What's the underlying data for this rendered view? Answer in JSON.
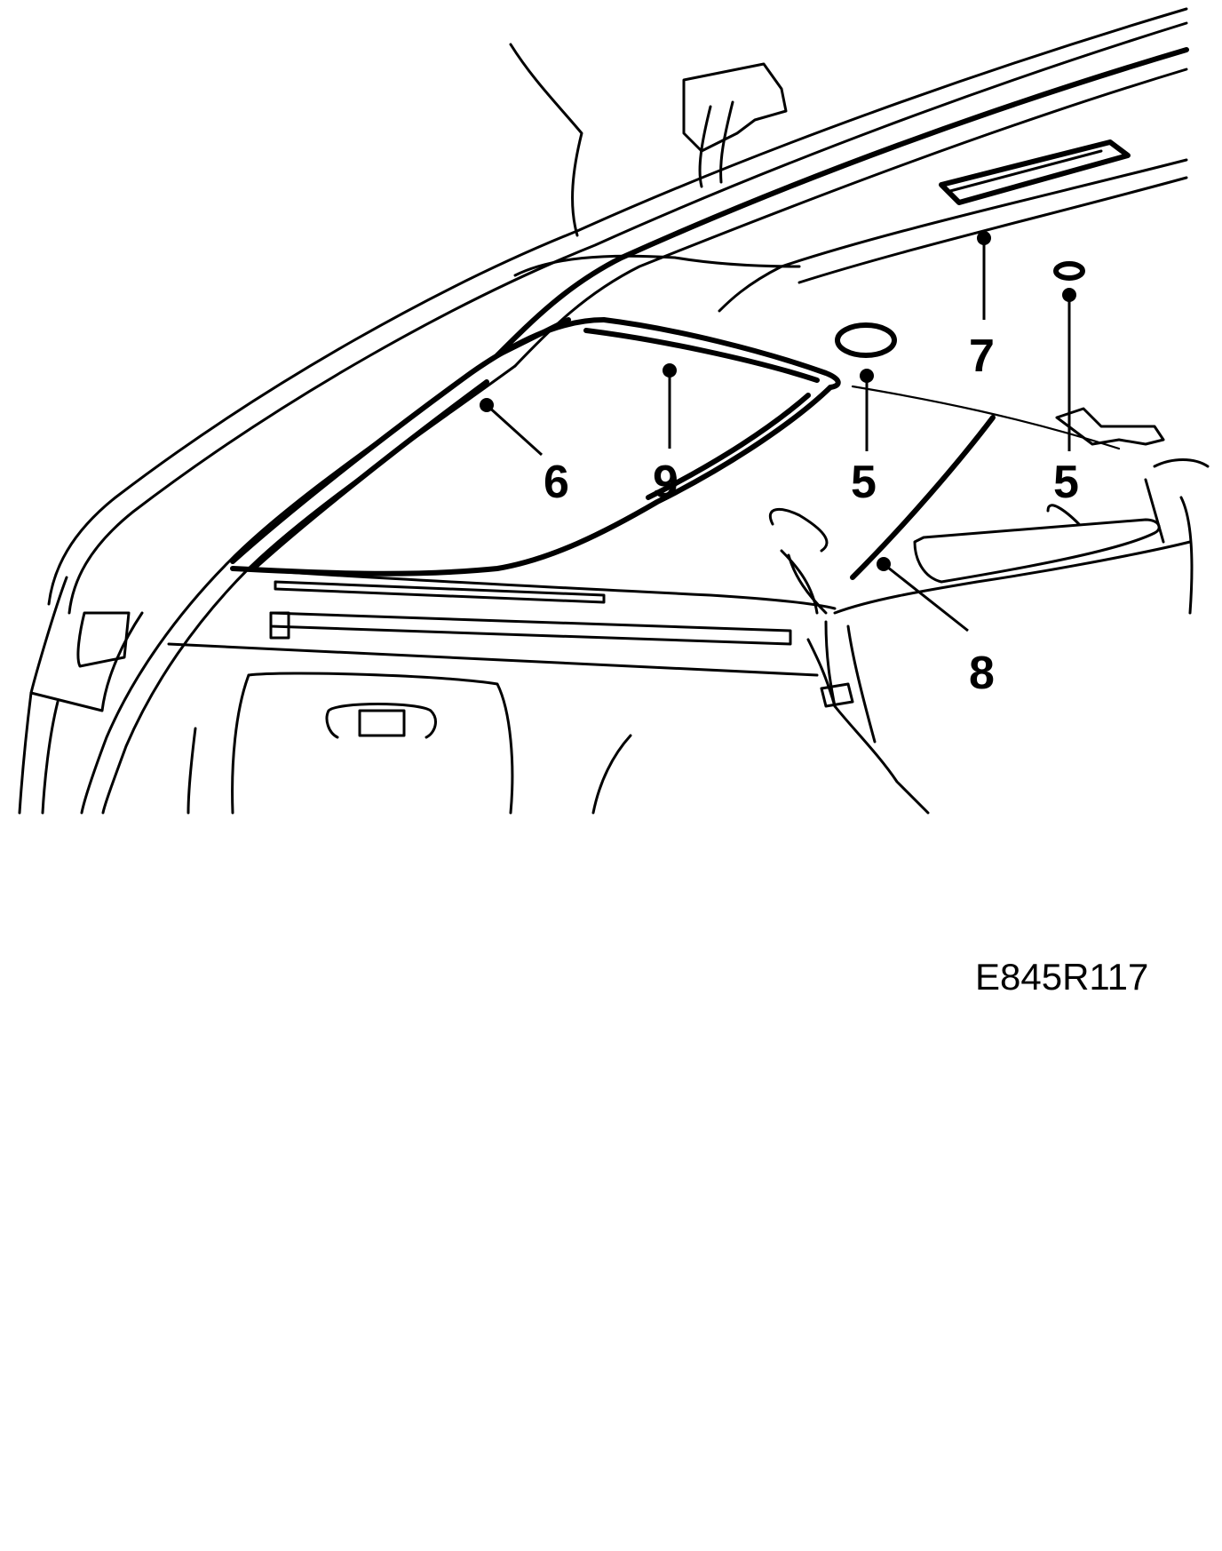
{
  "drawing_id": "E845R117",
  "callouts": [
    {
      "id": "callout-5a",
      "text": "5"
    },
    {
      "id": "callout-5b",
      "text": "5"
    },
    {
      "id": "callout-6",
      "text": "6"
    },
    {
      "id": "callout-7",
      "text": "7"
    },
    {
      "id": "callout-8",
      "text": "8"
    },
    {
      "id": "callout-9",
      "text": "9"
    }
  ],
  "colors": {
    "line": "#000000",
    "background": "#ffffff"
  }
}
